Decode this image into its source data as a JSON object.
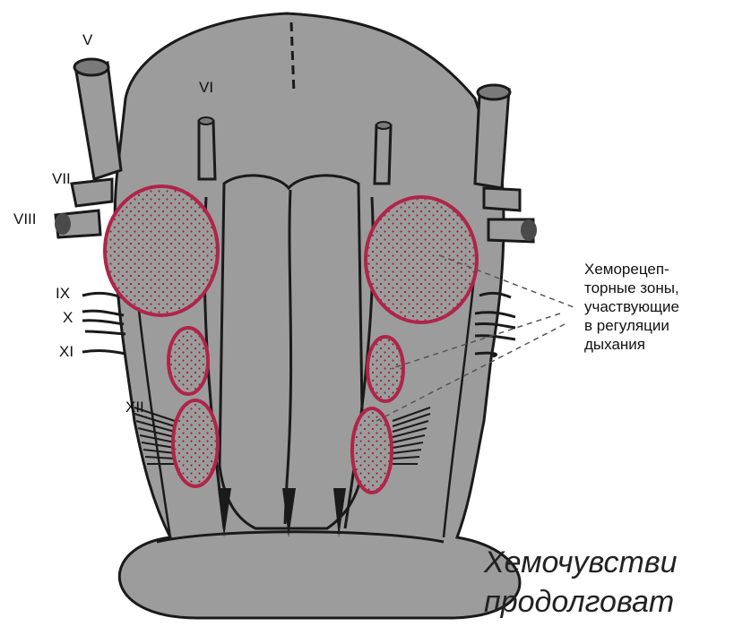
{
  "nerve_labels": {
    "v": "V",
    "vi": "VI",
    "vii": "VII",
    "viii": "VIII",
    "ix": "IX",
    "x": "X",
    "xi": "XI",
    "xii": "XII"
  },
  "callout": {
    "lines": [
      "Хеморецеп-",
      "торные зоны,",
      "участвующие",
      "в регуляции",
      "дыхания"
    ]
  },
  "caption": {
    "lines": [
      "Хемочувстви",
      "продолговат"
    ]
  },
  "colors": {
    "tissue": "#9c9c9c",
    "outline": "#1a1a1a",
    "zone": "#b0244a",
    "dots": "#8a2a3a",
    "background": "#ffffff"
  }
}
